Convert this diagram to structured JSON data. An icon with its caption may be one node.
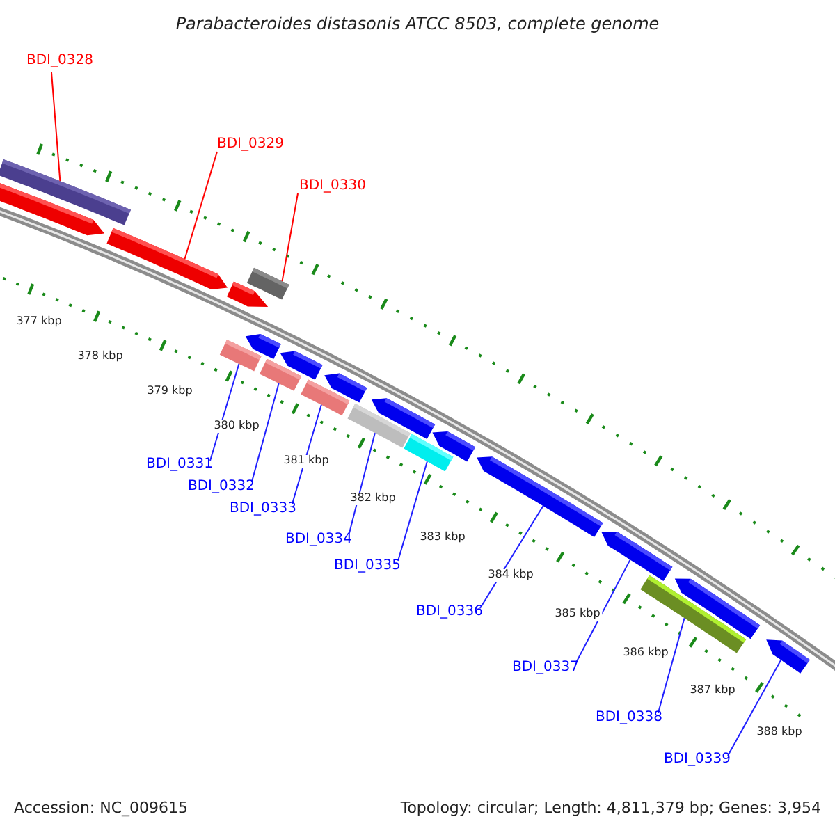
{
  "diagram": {
    "title": "Parabacteroides distasonis ATCC 8503, complete genome",
    "nodes": [
      {
        "text": [
          "BDI_0328"
        ]
      },
      {
        "text": [
          "BDI_0329"
        ]
      },
      {
        "text": [
          "BDI_0330"
        ]
      },
      {
        "text": [
          "BDI_0331"
        ]
      },
      {
        "text": [
          "BDI_0332"
        ]
      },
      {
        "text": [
          "BDI_0333"
        ]
      },
      {
        "text": [
          "BDI_0334"
        ]
      },
      {
        "text": [
          "BDI_0335"
        ]
      },
      {
        "text": [
          "BDI_0336"
        ]
      },
      {
        "text": [
          "BDI_0337"
        ]
      },
      {
        "text": [
          "BDI_0338"
        ]
      },
      {
        "text": [
          "BDI_0339"
        ]
      },
      {
        "text": [],
        "shape": "bar"
      },
      {
        "text": [],
        "shape": "pentagon"
      },
      {
        "text": [],
        "shape": "pentagon"
      },
      {
        "text": [],
        "shape": "pentagon"
      },
      {
        "text": [],
        "shape": "bar"
      },
      {
        "text": [],
        "shape": "bar"
      },
      {
        "text": [],
        "shape": "pentagon"
      },
      {
        "text": [],
        "shape": "bar"
      },
      {
        "text": [],
        "shape": "pentagon"
      },
      {
        "text": [],
        "shape": "bar"
      },
      {
        "text": [],
        "shape": "pentagon"
      },
      {
        "text": [],
        "shape": "bar"
      },
      {
        "text": [],
        "shape": "pentagon"
      },
      {
        "text": [],
        "shape": "bar"
      },
      {
        "text": [],
        "shape": "pentagon"
      },
      {
        "text": [],
        "shape": "pentagon"
      },
      {
        "text": [],
        "shape": "pentagon"
      },
      {
        "text": [],
        "shape": "bar"
      },
      {
        "text": [],
        "shape": "pentagon"
      },
      {
        "text": [],
        "shape": "pentagon"
      }
    ],
    "edges": [
      {
        "from": 0,
        "to": 12,
        "arrow": "none",
        "color": "#ff0000"
      },
      {
        "from": 1,
        "to": 14,
        "arrow": "none",
        "color": "#ff0000"
      },
      {
        "from": 2,
        "to": 16,
        "arrow": "none",
        "color": "#ff0000"
      },
      {
        "from": 3,
        "to": 17,
        "arrow": "none"
      },
      {
        "from": 4,
        "to": 19,
        "arrow": "none"
      },
      {
        "from": 5,
        "to": 21,
        "arrow": "none"
      },
      {
        "from": 6,
        "to": 23,
        "arrow": "none"
      },
      {
        "from": 7,
        "to": 25,
        "arrow": "none"
      },
      {
        "from": 8,
        "to": 27,
        "arrow": "none"
      },
      {
        "from": 9,
        "to": 28,
        "arrow": "none"
      },
      {
        "from": 10,
        "to": 29,
        "arrow": "none"
      },
      {
        "from": 11,
        "to": 31,
        "arrow": "none"
      }
    ],
    "labels": [
      "377 kbp",
      "378 kbp",
      "379 kbp",
      "380 kbp",
      "381 kbp",
      "382 kbp",
      "383 kbp",
      "384 kbp",
      "385 kbp",
      "386 kbp",
      "387 kbp",
      "388 kbp",
      "Accession: NC_009615",
      "Topology: circular; Length: 4,811,379 bp; Genes: 3,954"
    ]
  }
}
